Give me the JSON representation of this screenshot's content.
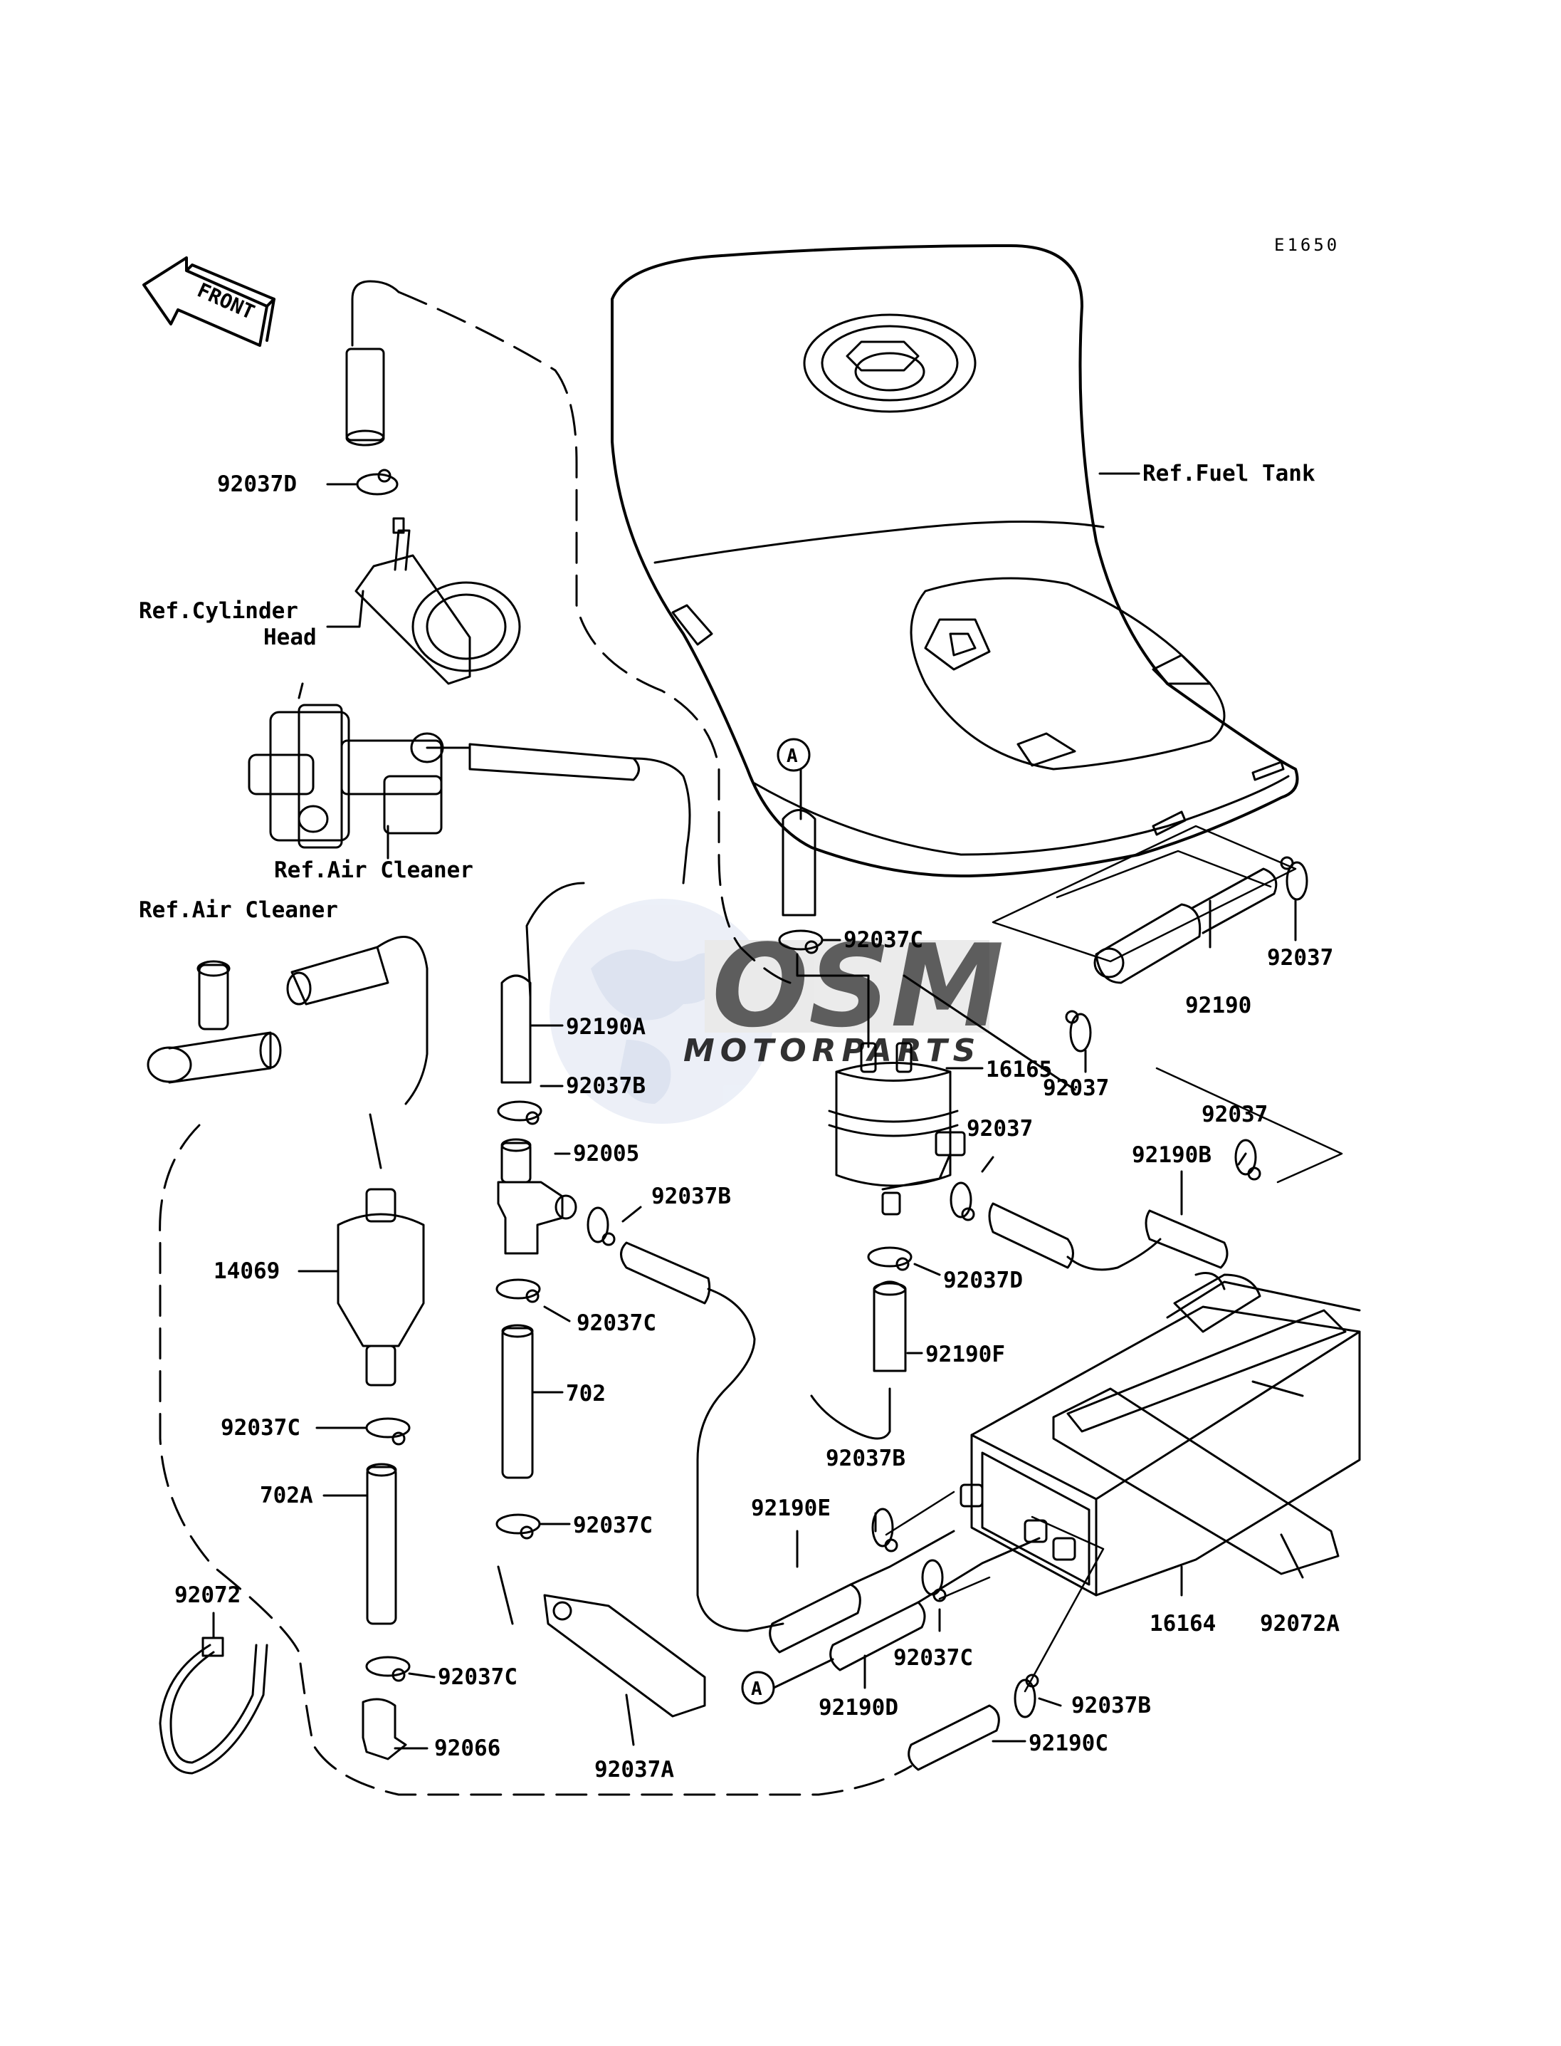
{
  "diagram": {
    "code": "E1650",
    "front_label": "FRONT",
    "watermark": {
      "brand": "OSM",
      "sub": "MOTORPARTS"
    },
    "callout_a": "A",
    "labels": {
      "ref_fuel_tank": "Ref.Fuel Tank",
      "p92037D_top": "92037D",
      "ref_cyl_1": "Ref.Cylinder",
      "ref_cyl_2": "Head",
      "ref_air_1": "Ref.Air Cleaner",
      "ref_air_2": "Ref.Air Cleaner",
      "p92037C_tank": "92037C",
      "p92037_r1": "92037",
      "p92190": "92190",
      "p92190A": "92190A",
      "p16165": "16165",
      "p92037_r2": "92037",
      "p92037_r3": "92037",
      "p92037_r4": "92037",
      "p92037B_1": "92037B",
      "p92005": "92005",
      "p92037B_2": "92037B",
      "p92190B": "92190B",
      "p14069": "14069",
      "p92037D_mid": "92037D",
      "p92037C_2": "92037C",
      "p92190F": "92190F",
      "p702": "702",
      "p92037C_3": "92037C",
      "p92037B_3": "92037B",
      "p702A": "702A",
      "p92190E": "92190E",
      "p92037C_4": "92037C",
      "p92072": "92072",
      "p92037C_5": "92037C",
      "p16164": "16164",
      "p92072A": "92072A",
      "p92037C_6": "92037C",
      "p92037B_4": "92037B",
      "p92066": "92066",
      "p92190D": "92190D",
      "p92037A": "92037A",
      "p92190C": "92190C"
    }
  }
}
